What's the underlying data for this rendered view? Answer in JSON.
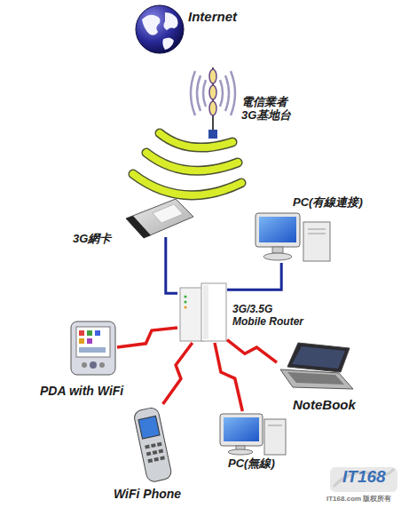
{
  "diagram": {
    "nodes": [
      {
        "text": [
          "Internet"
        ]
      },
      {
        "text": [
          "電信業者 3G基地台"
        ]
      },
      {
        "text": [
          "3G網卡"
        ]
      },
      {
        "text": [
          "PC(有線連接)"
        ]
      },
      {
        "text": [
          "3G/3.5G Mobile Router"
        ]
      },
      {
        "text": [
          "PDA with WiFi"
        ]
      },
      {
        "text": [
          "NoteBook"
        ]
      },
      {
        "text": [
          "WiFi Phone"
        ]
      },
      {
        "text": [
          "PC(無線)"
        ]
      }
    ],
    "edges": [
      {
        "from": 2,
        "to": 4,
        "arrow": "none"
      },
      {
        "from": 4,
        "to": 3,
        "arrow": "none"
      },
      {
        "from": 4,
        "to": 5,
        "arrow": "none"
      },
      {
        "from": 4,
        "to": 6,
        "arrow": "none"
      },
      {
        "from": 4,
        "to": 7,
        "arrow": "none"
      },
      {
        "from": 4,
        "to": 8,
        "arrow": "none"
      }
    ],
    "labels": [
      "IT168",
      "IT168.com 版权所有"
    ]
  }
}
